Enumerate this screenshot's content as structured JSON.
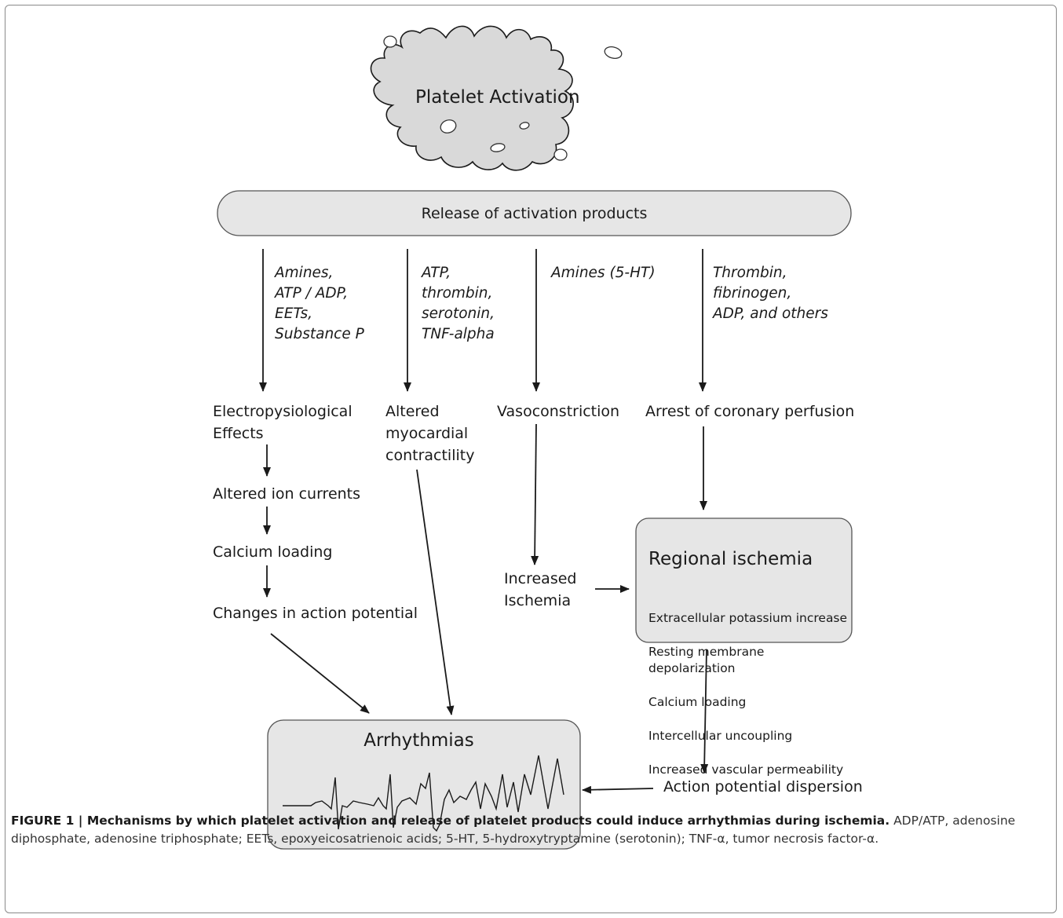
{
  "nodes": {
    "platelet_activation": "Platelet Activation",
    "release": "Release of activation products",
    "electrophysiological": "Electropysiological\nEffects",
    "altered_ion_currents": "Altered ion currents",
    "calcium_loading": "Calcium loading",
    "changes_action_potential": "Changes in action potential",
    "altered_contractility": "Altered\nmyocardial\ncontractility",
    "vasoconstriction": "Vasoconstriction",
    "increased_ischemia": "Increased\nIschemia",
    "arrest_perfusion": "Arrest of coronary perfusion",
    "regional_ischemia": {
      "title": "Regional ischemia",
      "items": [
        "Extracellular potassium increase",
        "Resting membrane depolarization",
        "Calcium loading",
        "Intercellular uncoupling",
        "Increased vascular permeability"
      ]
    },
    "arrhythmias": "Arrhythmias",
    "action_potential_dispersion": "Action potential dispersion"
  },
  "edge_labels": {
    "col1": "Amines,\nATP / ADP,\nEETs,\nSubstance P",
    "col2": "ATP,\nthrombin,\nserotonin,\nTNF-alpha",
    "col3": "Amines (5-HT)",
    "col4": "Thrombin,\nfibrinogen,\nADP, and others"
  },
  "caption": {
    "bold": "FIGURE 1 | Mechanisms by which platelet activation and release of platelet products could induce arrhythmias during ischemia.",
    "text": " ADP/ATP, adenosine diphosphate, adenosine triphosphate; EETs, epoxyeicosatrienoic acids; 5-HT, 5-hydroxytryptamine (serotonin); TNF-α, tumor necrosis factor-α."
  },
  "colors": {
    "box_fill": "#e6e6e6",
    "stroke": "#1a1a1a"
  }
}
